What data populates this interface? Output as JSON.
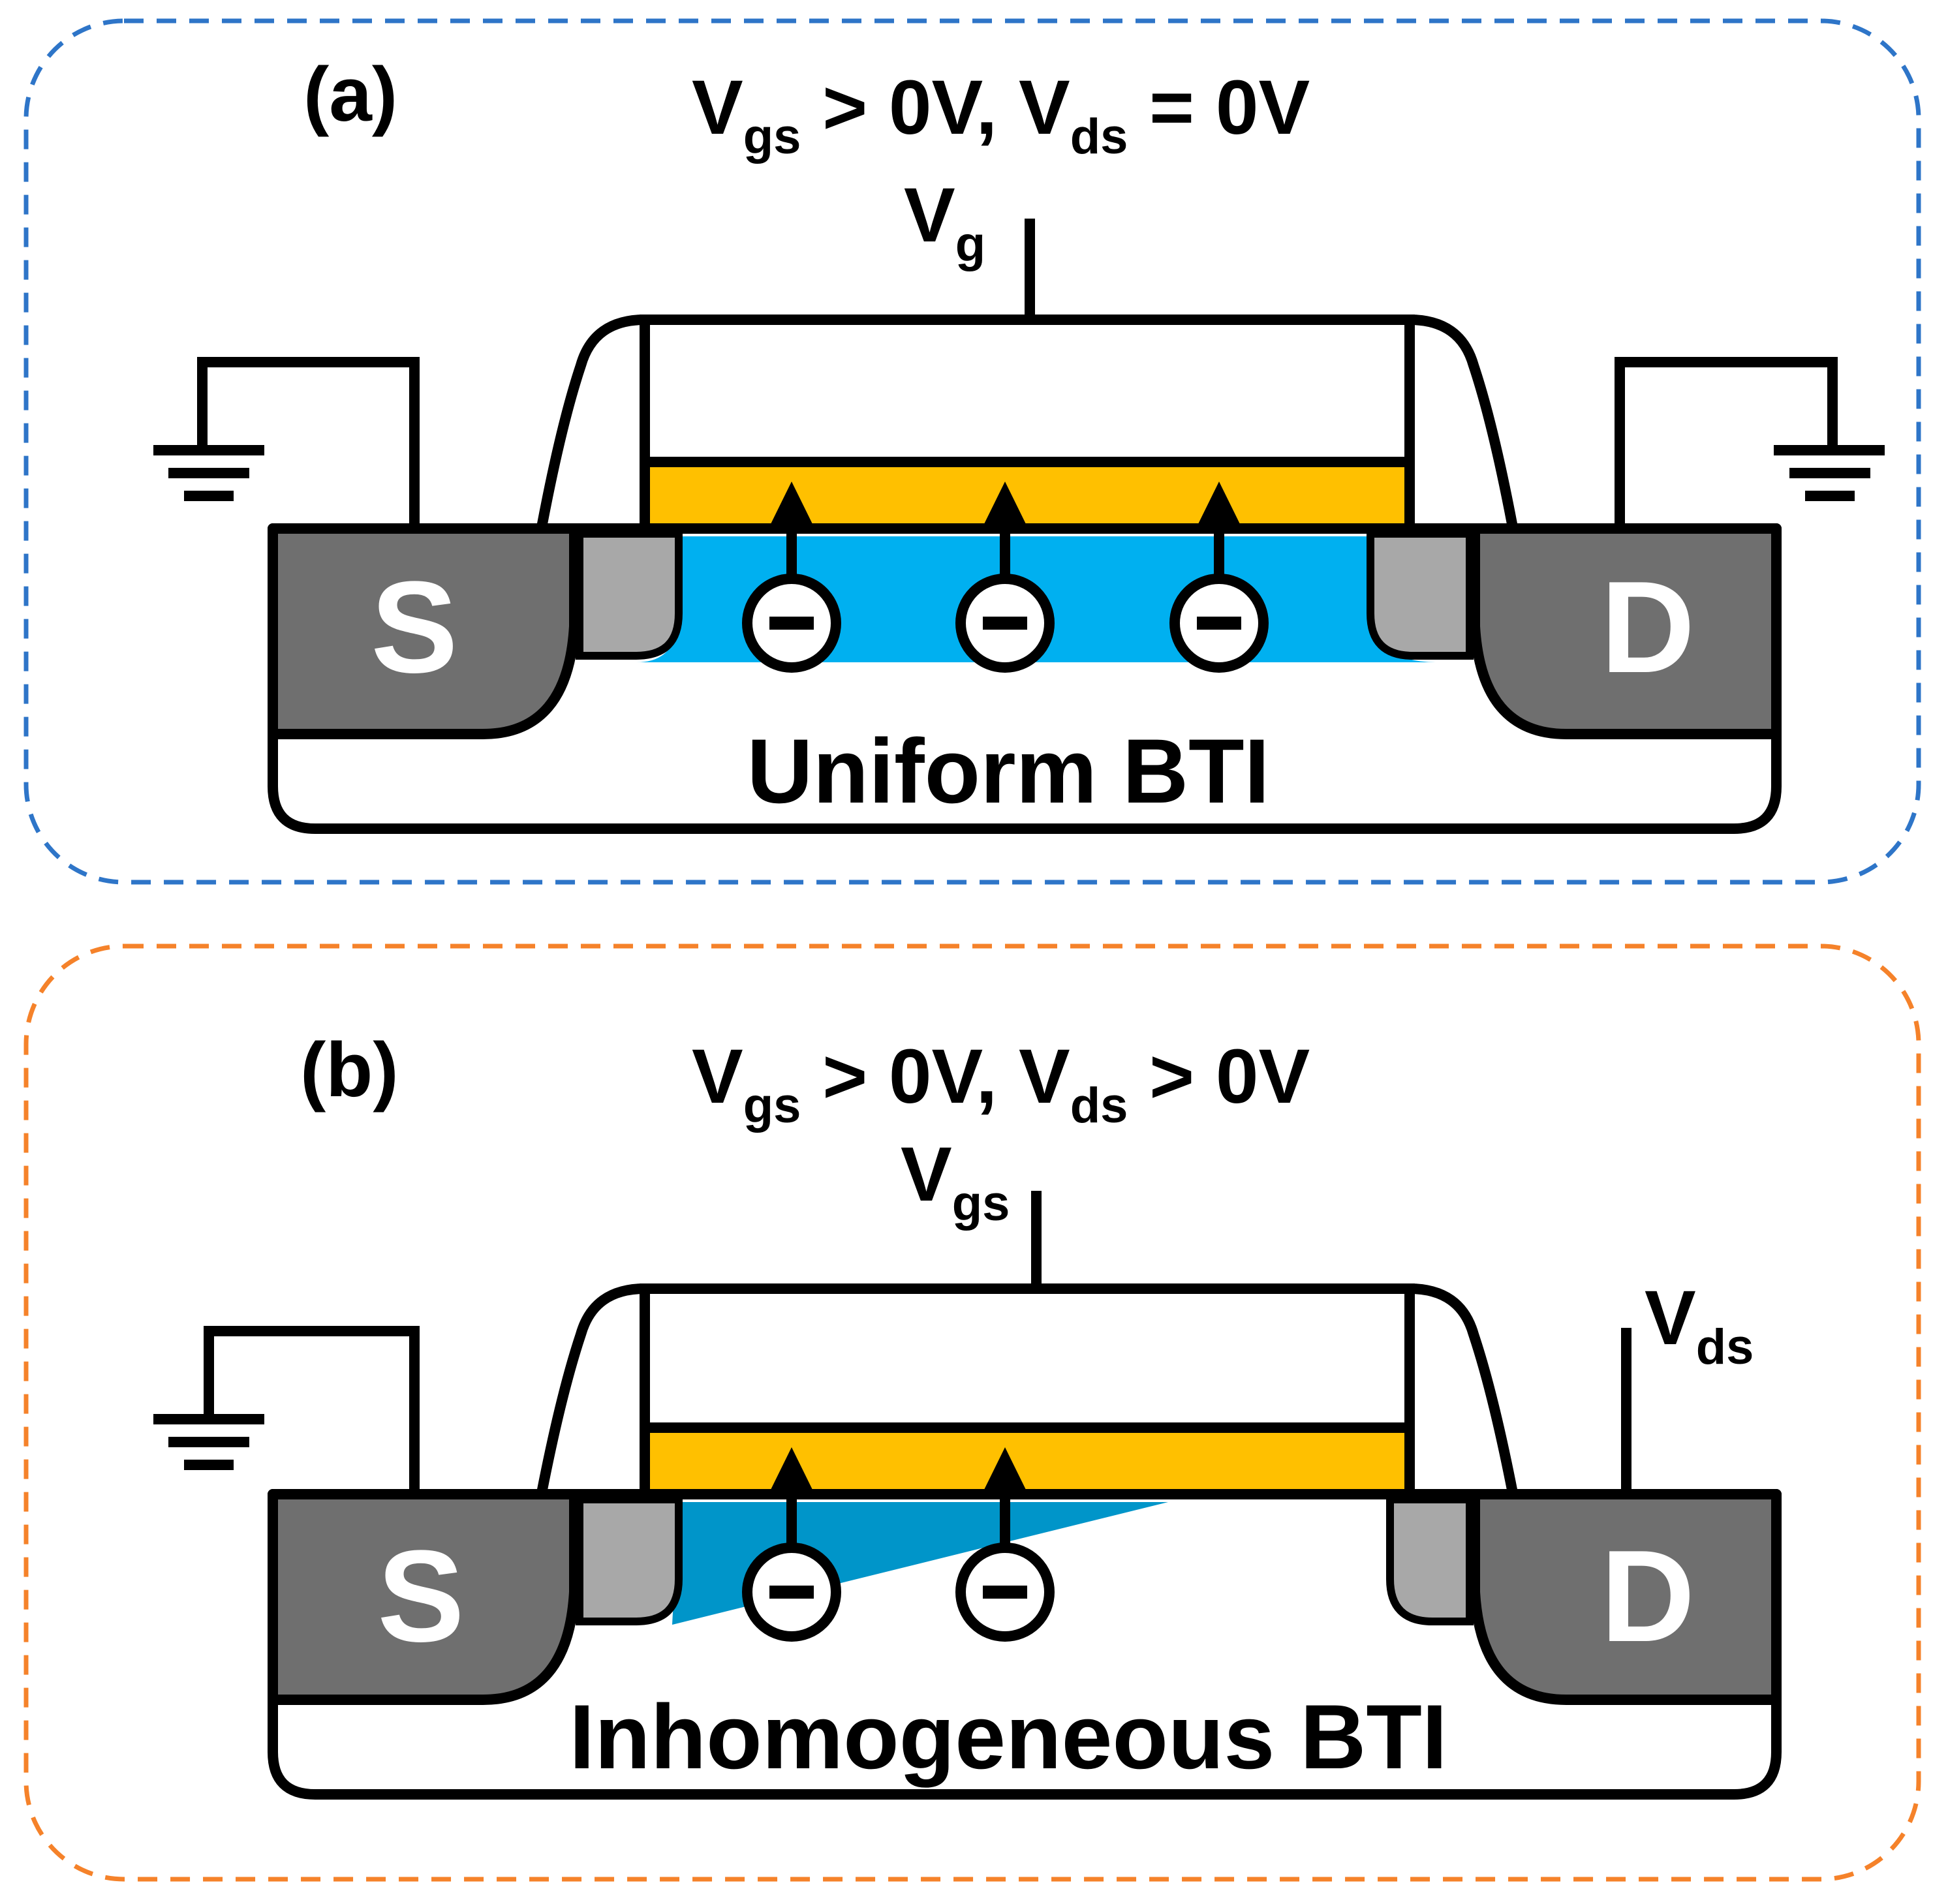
{
  "colors": {
    "panel_a_border": "#2E75C8",
    "panel_b_border": "#F5822A",
    "source_drain_fill": "#6F6F6F",
    "spacer_fill": "#A8A8A8",
    "channel_uniform_fill": "#00B0F0",
    "channel_inhomogeneous_fill": "#0095C9",
    "gate_oxide_fill": "#FFC000"
  },
  "panel_a": {
    "label": "(a)",
    "condition": {
      "v1": "V",
      "v1_sub": "gs",
      "mid": " > 0V, ",
      "v2": "V",
      "v2_sub": "ds",
      "end": " = 0V"
    },
    "gate_terminal": {
      "main": "V",
      "sub": "g"
    },
    "source_label": "S",
    "drain_label": "D",
    "caption": "Uniform BTI",
    "trapped_charges": 3
  },
  "panel_b": {
    "label": "(b)",
    "condition": {
      "v1": "V",
      "v1_sub": "gs",
      "mid": " > 0V, ",
      "v2": "V",
      "v2_sub": "ds",
      "end": " > 0V"
    },
    "gate_terminal": {
      "main": "V",
      "sub": "gs"
    },
    "drain_terminal": {
      "main": "V",
      "sub": "ds"
    },
    "source_label": "S",
    "drain_label": "D",
    "caption": "Inhomogeneous  BTI",
    "trapped_charges": 2
  }
}
